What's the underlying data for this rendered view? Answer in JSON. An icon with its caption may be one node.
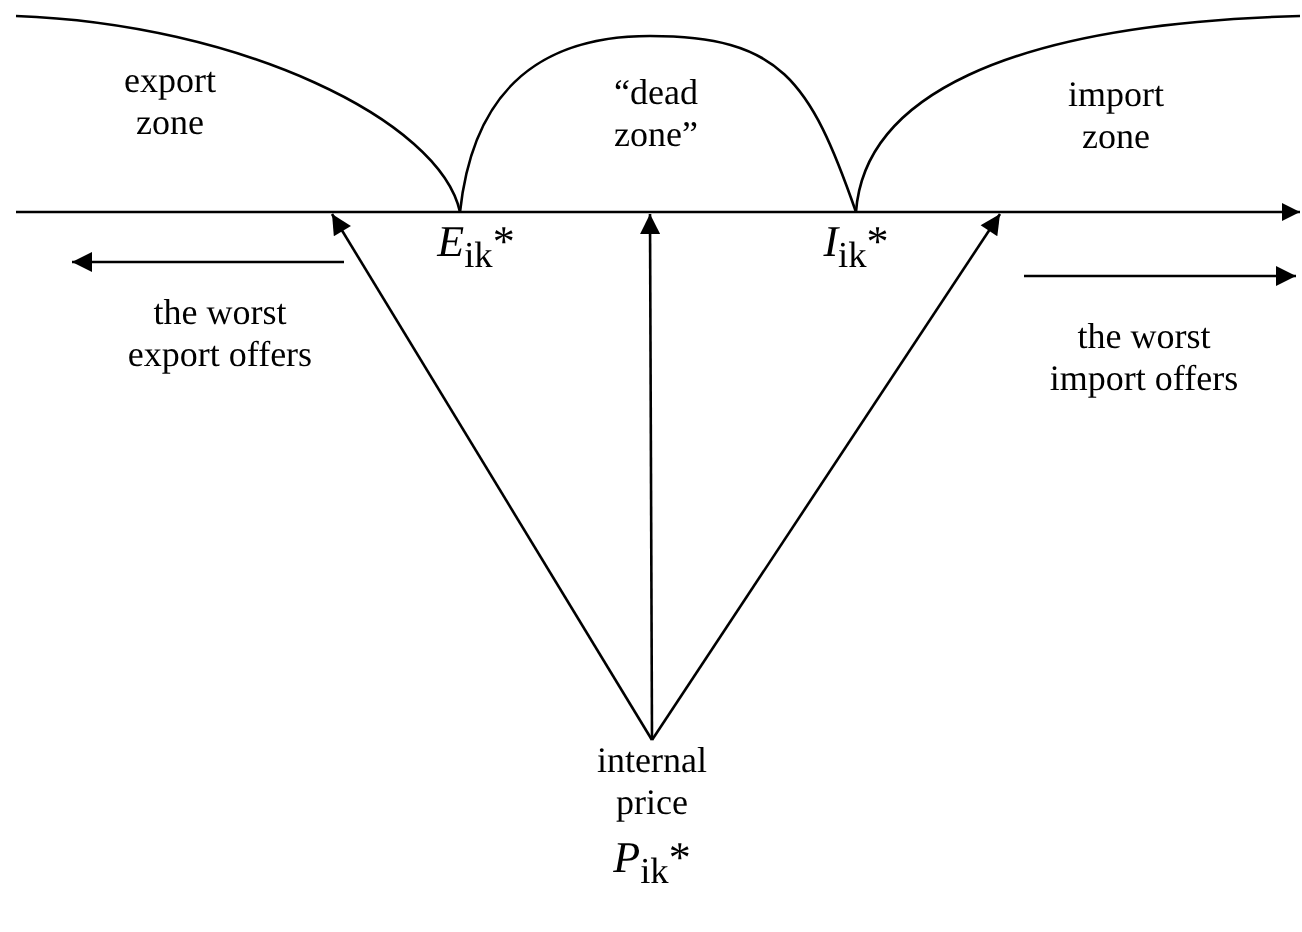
{
  "diagram": {
    "nodes": [
      {
        "text": [
          "internal price",
          "*P*$_{ik}$*"
        ]
      },
      {
        "text": [],
        "shape": "line"
      }
    ],
    "edges": [
      {
        "from": 0,
        "to": 1,
        "arrow": "to"
      },
      {
        "from": 0,
        "to": 1,
        "arrow": "to"
      },
      {
        "from": 0,
        "to": 1,
        "arrow": "to"
      }
    ],
    "labels": [
      "export zone",
      "“dead zone”",
      "import zone",
      "*E*$_{ik}$*",
      "*I*$_{ik}$*",
      "the worst export offers",
      "the worst import offers"
    ]
  }
}
